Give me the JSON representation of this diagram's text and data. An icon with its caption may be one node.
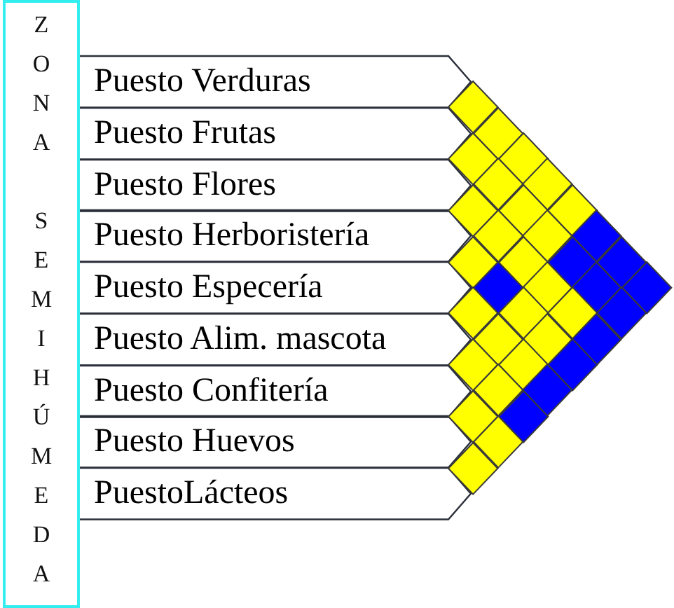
{
  "diagram": {
    "nodes": [
      {
        "text": [
          "ZONA SEMIHÚMEDA"
        ]
      },
      {
        "text": [
          "Puesto Verduras"
        ]
      },
      {
        "text": [
          "Puesto Frutas"
        ]
      },
      {
        "text": [
          "Puesto Flores"
        ]
      },
      {
        "text": [
          "Puesto Herboristería"
        ]
      },
      {
        "text": [
          "Puesto Especería"
        ]
      },
      {
        "text": [
          "Puesto Alim. mascota"
        ]
      },
      {
        "text": [
          "Puesto Confitería"
        ]
      },
      {
        "text": [
          "Puesto Huevos"
        ]
      },
      {
        "text": [
          "PuestoLácteos"
        ]
      },
      {
        "text": [],
        "shape": "diamond"
      },
      {
        "text": [],
        "shape": "diamond"
      },
      {
        "text": [],
        "shape": "diamond"
      },
      {
        "text": [],
        "shape": "diamond"
      },
      {
        "text": [],
        "shape": "diamond"
      },
      {
        "text": [],
        "shape": "diamond"
      },
      {
        "text": [],
        "shape": "diamond"
      },
      {
        "text": [],
        "shape": "diamond"
      },
      {
        "text": [],
        "shape": "diamond"
      },
      {
        "text": [],
        "shape": "diamond"
      },
      {
        "text": [],
        "shape": "diamond"
      },
      {
        "text": [],
        "shape": "diamond"
      },
      {
        "text": [],
        "shape": "diamond"
      },
      {
        "text": [],
        "shape": "diamond"
      },
      {
        "text": [],
        "shape": "diamond"
      },
      {
        "text": [],
        "shape": "diamond"
      },
      {
        "text": [],
        "shape": "diamond"
      },
      {
        "text": [],
        "shape": "diamond"
      },
      {
        "text": [],
        "shape": "diamond"
      },
      {
        "text": [],
        "shape": "diamond"
      },
      {
        "text": [],
        "shape": "diamond"
      },
      {
        "text": [],
        "shape": "diamond"
      },
      {
        "text": [],
        "shape": "diamond"
      },
      {
        "text": [],
        "shape": "diamond"
      },
      {
        "text": [],
        "shape": "diamond"
      },
      {
        "text": [],
        "shape": "diamond"
      },
      {
        "text": [],
        "shape": "diamond"
      },
      {
        "text": [],
        "shape": "diamond"
      },
      {
        "text": [],
        "shape": "diamond"
      },
      {
        "text": [],
        "shape": "diamond"
      },
      {
        "text": [],
        "shape": "diamond"
      },
      {
        "text": [],
        "shape": "diamond"
      },
      {
        "text": [],
        "shape": "diamond"
      },
      {
        "text": [],
        "shape": "diamond"
      },
      {
        "text": [],
        "shape": "diamond"
      },
      {
        "text": [],
        "shape": "diamond"
      }
    ],
    "edges": []
  }
}
